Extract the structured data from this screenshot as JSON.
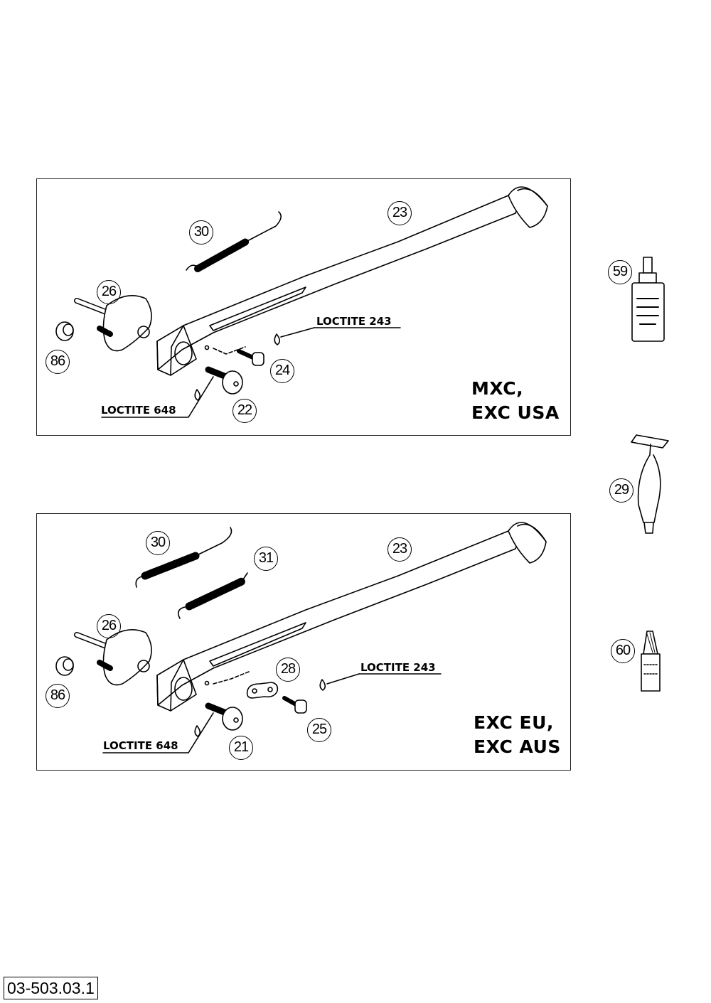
{
  "panels": [
    {
      "variant_lines": [
        "MXC,",
        "EXC USA"
      ],
      "loctite_labels": [
        "LOCTITE 243",
        "LOCTITE 648"
      ],
      "callouts": [
        "30",
        "23",
        "26",
        "86",
        "24",
        "22"
      ]
    },
    {
      "variant_lines": [
        "EXC EU,",
        "EXC AUS"
      ],
      "loctite_labels": [
        "LOCTITE 243",
        "LOCTITE 648"
      ],
      "callouts": [
        "30",
        "31",
        "23",
        "26",
        "86",
        "28",
        "25",
        "21"
      ]
    }
  ],
  "side_parts": [
    {
      "callout": "59",
      "icon": "loctite-bottle-icon"
    },
    {
      "callout": "29",
      "icon": "spring-hook-tool-icon"
    },
    {
      "callout": "60",
      "icon": "grease-tube-icon"
    }
  ],
  "document_number": "03-503.03.1"
}
